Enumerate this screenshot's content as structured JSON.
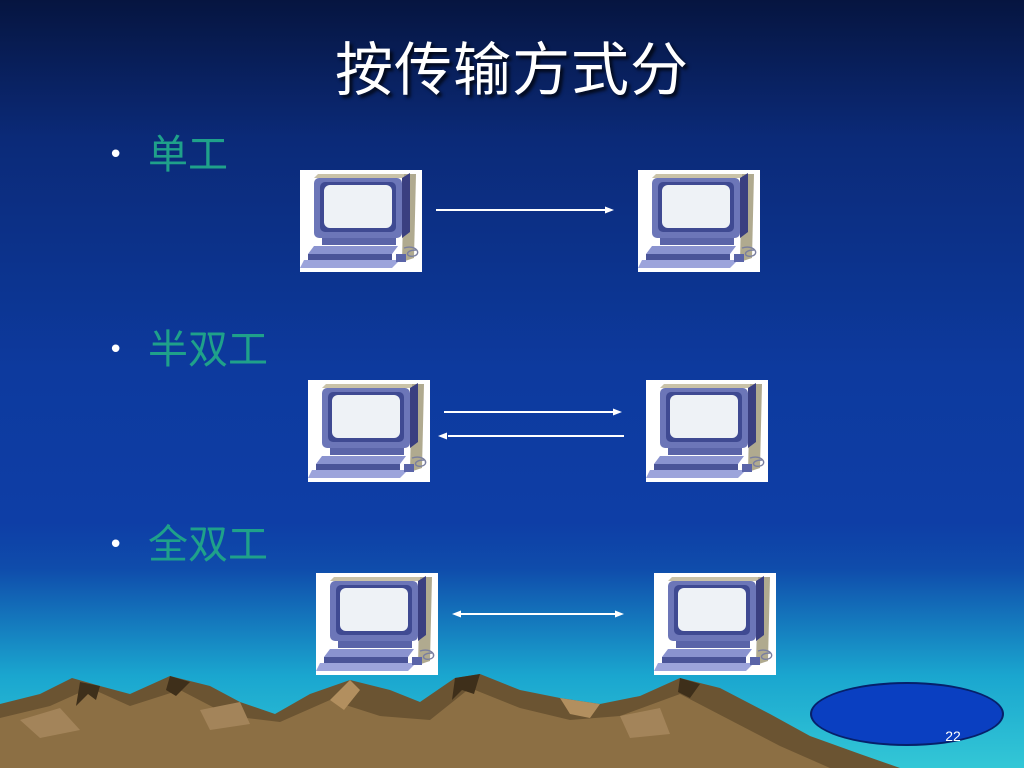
{
  "slide": {
    "title": "按传输方式分",
    "bullets": [
      {
        "label": "单工"
      },
      {
        "label": "半双工"
      },
      {
        "label": "全双工"
      }
    ],
    "page_number": "22"
  },
  "icons": [
    "computer-icon",
    "arrow-right-icon",
    "arrow-left-icon",
    "double-arrow-icon"
  ]
}
